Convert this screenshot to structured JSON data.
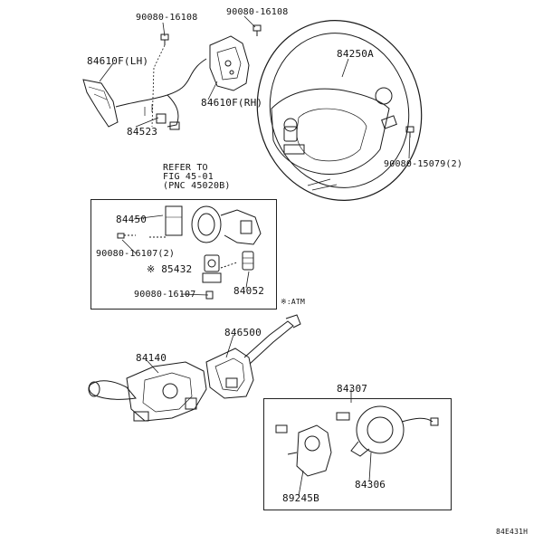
{
  "colors": {
    "ink": "#1a1a1a",
    "paper": "#ffffff"
  },
  "callouts": {
    "bolt_top_left": "90080-16108",
    "bolt_top_right": "90080-16108",
    "pad_lh": "84610F(LH)",
    "pad_rh": "84610F(RH)",
    "harness": "84523",
    "steering_wheel": "84250A",
    "bolt_wheel": "90080-15079(2)",
    "refer_line1": "REFER TO",
    "refer_line2": "FIG 45-01",
    "refer_line3": "(PNC 45020B)",
    "switch_84450": "84450",
    "bolt_box_pair": "90080-16107(2)",
    "part_85432": "※ 85432",
    "bolt_box_single": "90080-16107",
    "part_84052": "84052",
    "atm_note": "※:ATM",
    "combo_switch": "846500",
    "column_switch": "84140",
    "spiral_cable_group": "84307",
    "spiral_cable": "84306",
    "sensor_89245": "89245B",
    "figure_code": "84E431H"
  }
}
